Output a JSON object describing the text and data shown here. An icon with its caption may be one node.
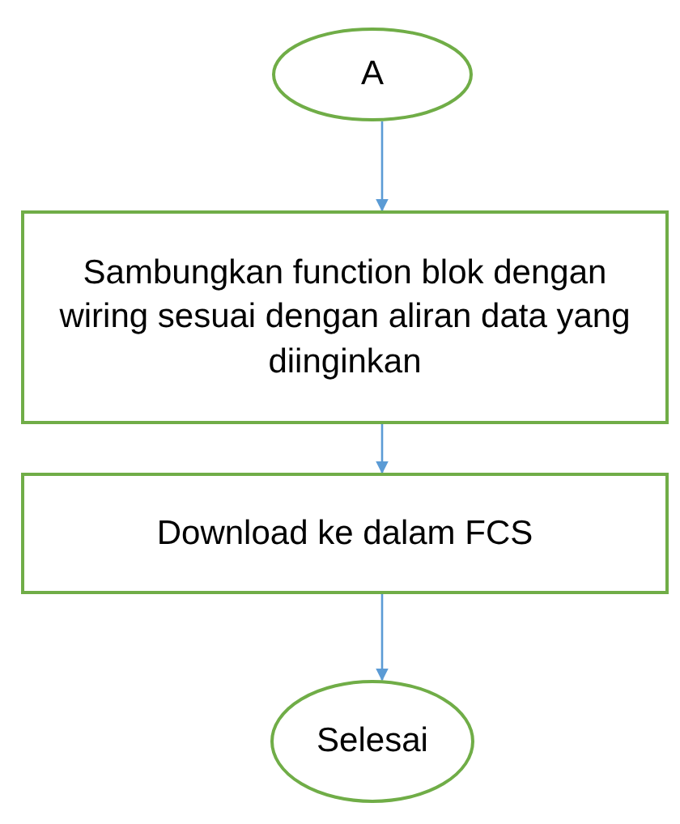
{
  "diagram": {
    "nodes": [
      {
        "text": [
          "A"
        ]
      },
      {
        "text": [
          "Sambungkan function blok dengan wiring sesuai dengan aliran data yang diinginkan"
        ]
      },
      {
        "text": [
          "Download ke dalam FCS"
        ]
      },
      {
        "text": [
          "Selesai"
        ]
      }
    ],
    "edges": [
      {
        "from": 0,
        "to": 1,
        "arrow": "to"
      },
      {
        "from": 1,
        "to": 2,
        "arrow": "to"
      },
      {
        "from": 2,
        "to": 3,
        "arrow": "to"
      }
    ]
  }
}
